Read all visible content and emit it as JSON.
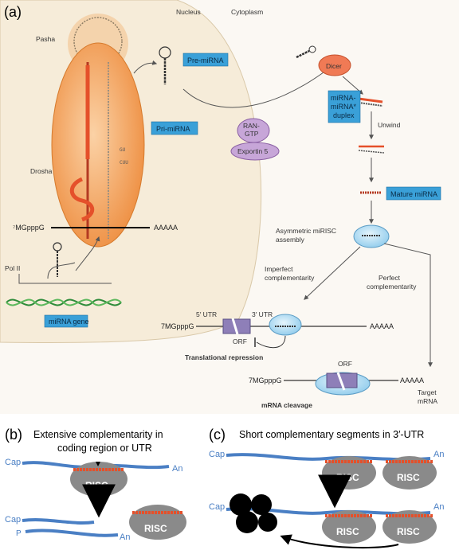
{
  "panel_a": {
    "label": "(a)",
    "nucleus": "Nucleus",
    "cytoplasm": "Cytoplasm",
    "pasha": "Pasha",
    "drosha": "Drosha",
    "pri_mirna": "Pri-miRNA",
    "pre_mirna": "Pre-miRNA",
    "mirna_gene": "miRNA gene",
    "pol2": "Pol II",
    "cap_left": "⁷MGpppG",
    "polya_left": "AAAAA",
    "ran_gtp_1": "RAN-",
    "ran_gtp_2": "GTP",
    "exportin": "Exportin 5",
    "dicer": "Dicer",
    "duplex_1": "miRNA-",
    "duplex_2": "miRNA*",
    "duplex_3": "duplex",
    "unwind": "Unwind",
    "mature": "Mature miRNA",
    "asym_1": "Asymmetric miRISC",
    "asym_2": "assembly",
    "imperfect_1": "Imperfect",
    "imperfect_2": "complementarity",
    "perfect_1": "Perfect",
    "perfect_2": "complementarity",
    "utr5": "5′ UTR",
    "utr3": "3′ UTR",
    "orf1": "ORF",
    "cap_mid": "7MGpppG",
    "polya_mid": "AAAAA",
    "trans_rep": "Translational repression",
    "orf2": "ORF",
    "cap_low": "7MGpppG",
    "polya_low": "AAAAA",
    "target_1": "Target",
    "target_2": "mRNA",
    "cleavage": "mRNA cleavage"
  },
  "panel_b": {
    "label": "(b)",
    "title_1": "Extensive complementarity in",
    "title_2": "coding region or UTR",
    "cap1": "Cap",
    "an1": "An",
    "risc1": "RISC",
    "cap2": "Cap",
    "p": "P",
    "an2": "An",
    "risc2": "RISC"
  },
  "panel_c": {
    "label": "(c)",
    "title": "Short complementary segments in 3′-UTR",
    "cap1": "Cap",
    "an1": "An",
    "risc1": "RISC",
    "risc2": "RISC",
    "cap2": "Cap",
    "an2": "An",
    "risc3": "RISC",
    "risc4": "RISC"
  },
  "colors": {
    "nucleus": "#f6ecd9",
    "drosha": "#f2a55e",
    "box": "#3aa0d8",
    "exportin": "#c7a6d8",
    "dicer": "#f07a55",
    "risc_light": "#bfe3f5",
    "mrna_blue": "#4a7fc4",
    "mirna_red": "#e5502a",
    "risc_gray": "#8a8a8a"
  }
}
